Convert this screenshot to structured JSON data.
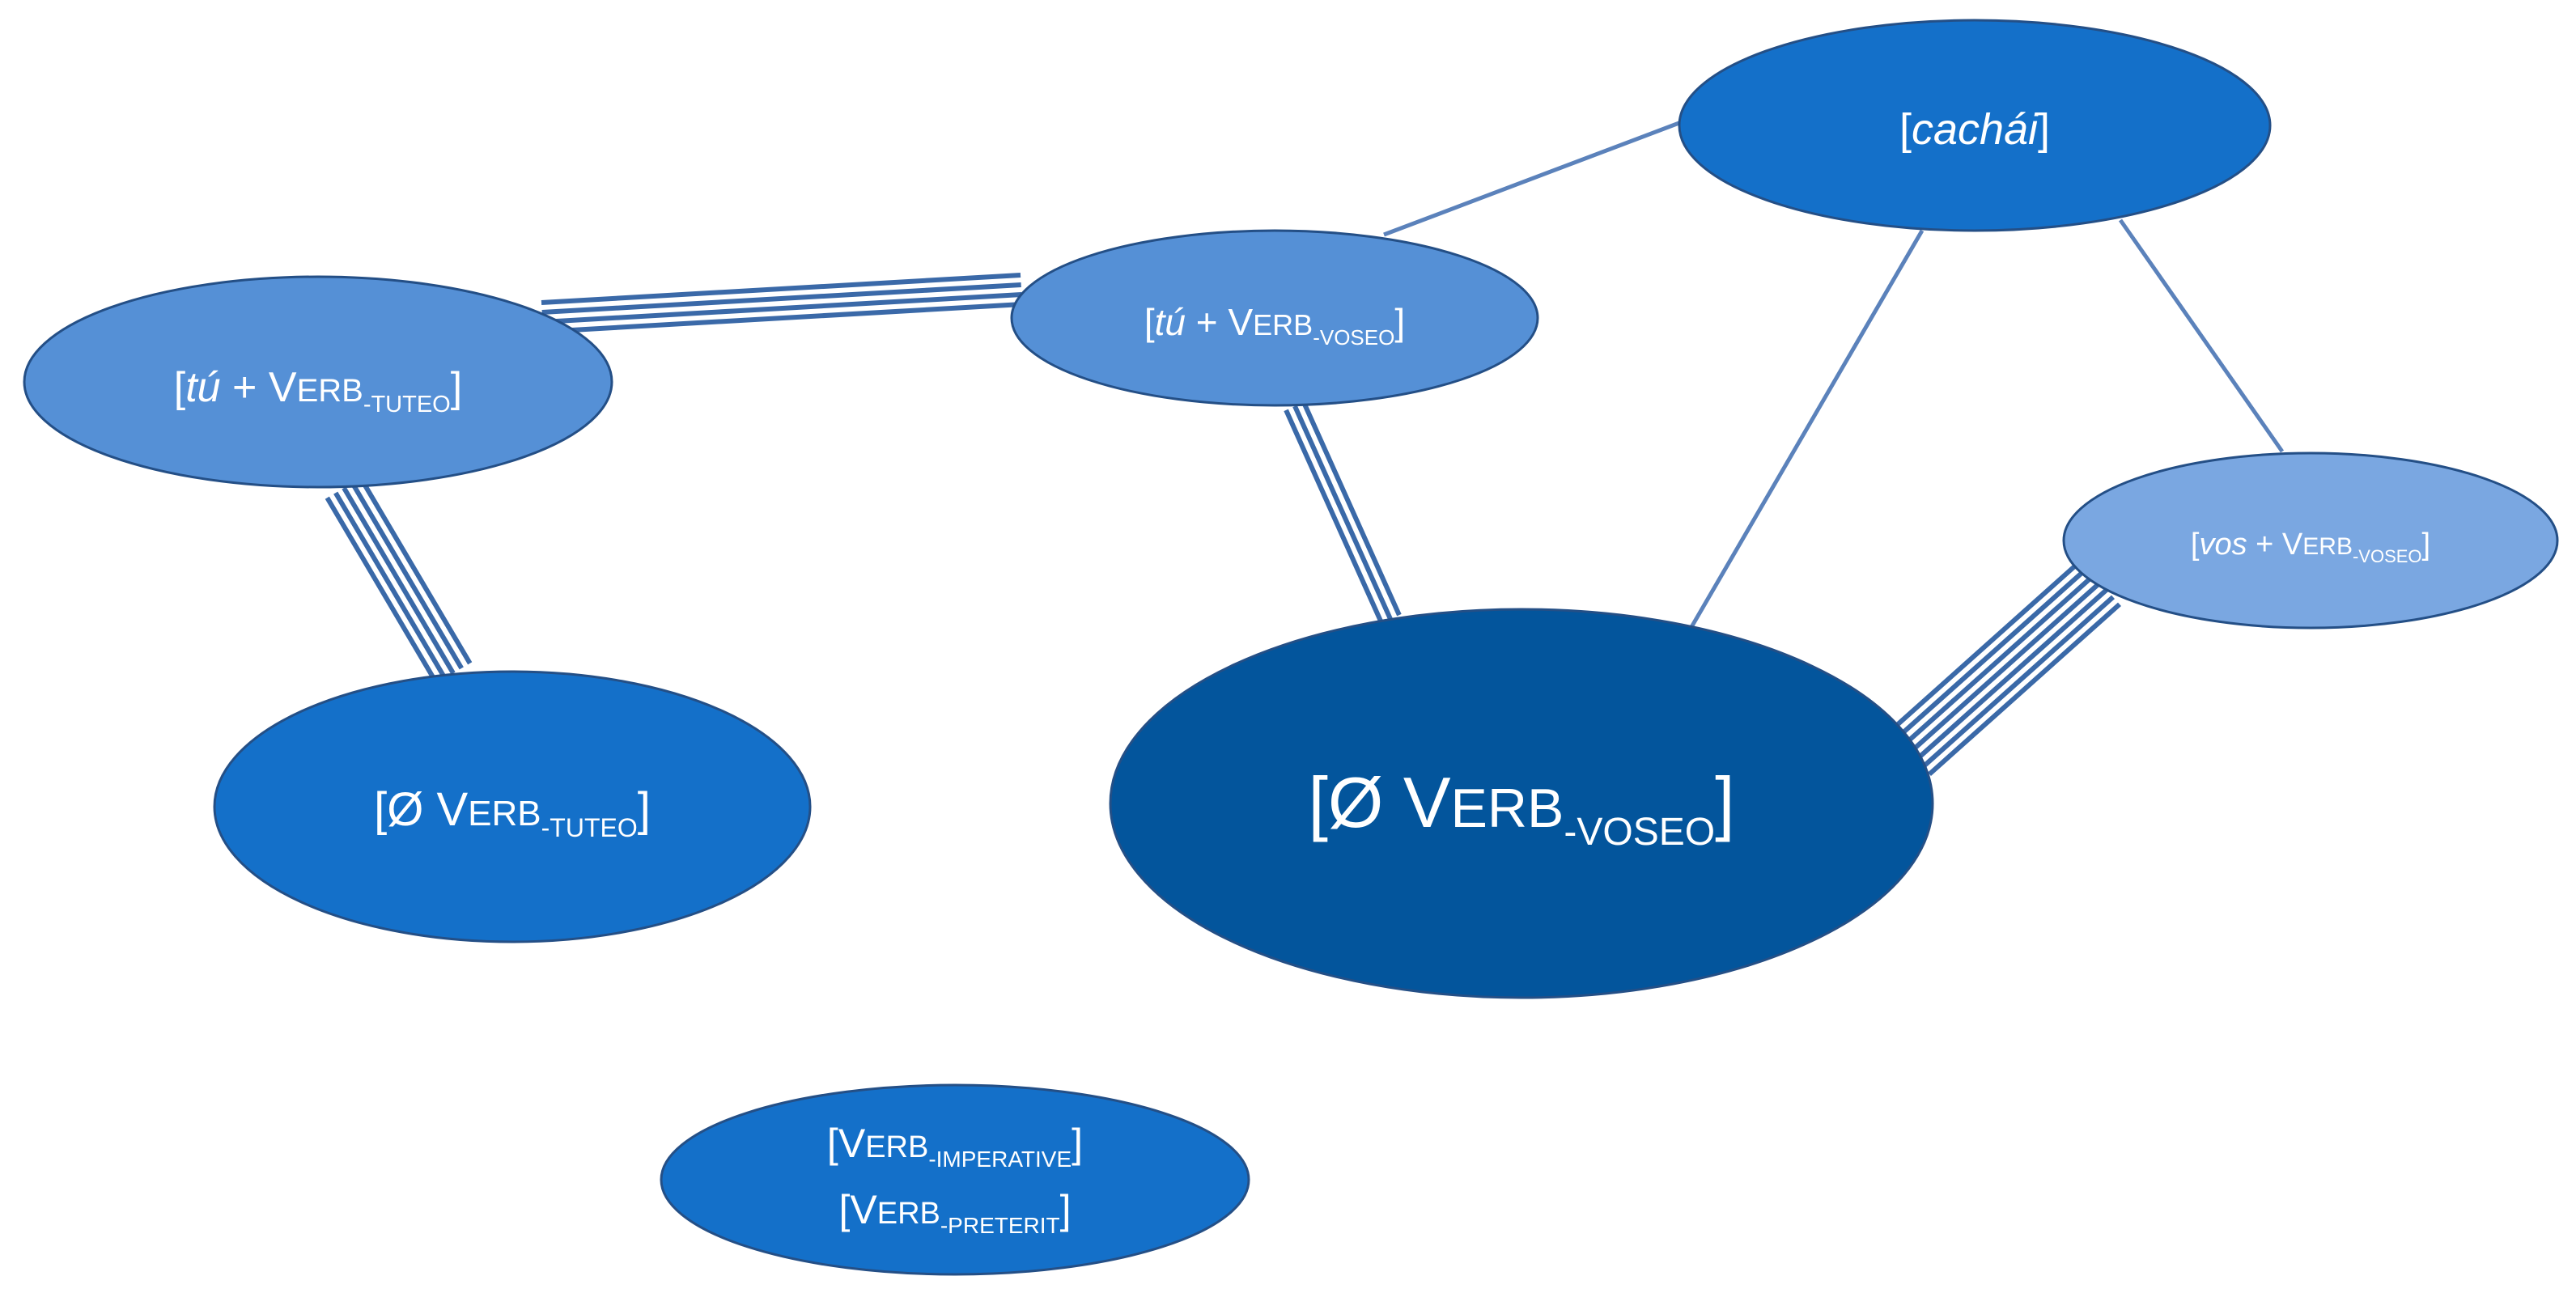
{
  "colors": {
    "background": "#ffffff",
    "node_dark": "#03559c",
    "node_medium": "#1470c9",
    "node_light": "#5590d6",
    "node_lighter": "#7aa7e1",
    "edge": "#3a69a8",
    "label": "#ffffff"
  },
  "nodes": {
    "cachai": {
      "open": "[",
      "word": "cachái",
      "close": "]"
    },
    "tu_verb_voseo": {
      "open": "[",
      "pronoun": "tú",
      "plus": " + ",
      "verb_v": "V",
      "verb_rest": "ERB",
      "sub": "-VOSEO",
      "close": "]"
    },
    "tu_verb_tuteo": {
      "open": "[",
      "pronoun": "tú",
      "plus": " + ",
      "verb_v": "V",
      "verb_rest": "ERB",
      "sub": "-TUTEO",
      "close": "]"
    },
    "vos_verb_voseo": {
      "open": "[",
      "pronoun": "vos",
      "plus": " + ",
      "verb_v": "V",
      "verb_rest": "ERB",
      "sub": "-VOSEO",
      "close": "]"
    },
    "null_verb_tuteo": {
      "open": "[Ø ",
      "verb_v": "V",
      "verb_rest": "ERB",
      "sub": "-TUTEO",
      "close": "]"
    },
    "null_verb_voseo": {
      "open": "[Ø ",
      "verb_v": "V",
      "verb_rest": "ERB",
      "sub": "-VOSEO",
      "close": "]"
    },
    "verb_imperative_preterit": {
      "line1": {
        "open": "[",
        "verb_v": "V",
        "verb_rest": "ERB",
        "sub": "-IMPERATIVE",
        "close": "]"
      },
      "line2": {
        "open": "[",
        "verb_v": "V",
        "verb_rest": "ERB",
        "sub": "-PRETERIT",
        "close": "]"
      }
    }
  },
  "edges": [
    {
      "from": "tu_verb_tuteo",
      "to": "tu_verb_voseo",
      "strength": 4
    },
    {
      "from": "tu_verb_tuteo",
      "to": "null_verb_tuteo",
      "strength": 5
    },
    {
      "from": "tu_verb_voseo",
      "to": "null_verb_voseo",
      "strength": 3
    },
    {
      "from": "tu_verb_voseo",
      "to": "cachai",
      "strength": 1
    },
    {
      "from": "cachai",
      "to": "null_verb_voseo",
      "strength": 1
    },
    {
      "from": "cachai",
      "to": "vos_verb_voseo",
      "strength": 1
    },
    {
      "from": "vos_verb_voseo",
      "to": "null_verb_voseo",
      "strength": 7
    }
  ]
}
